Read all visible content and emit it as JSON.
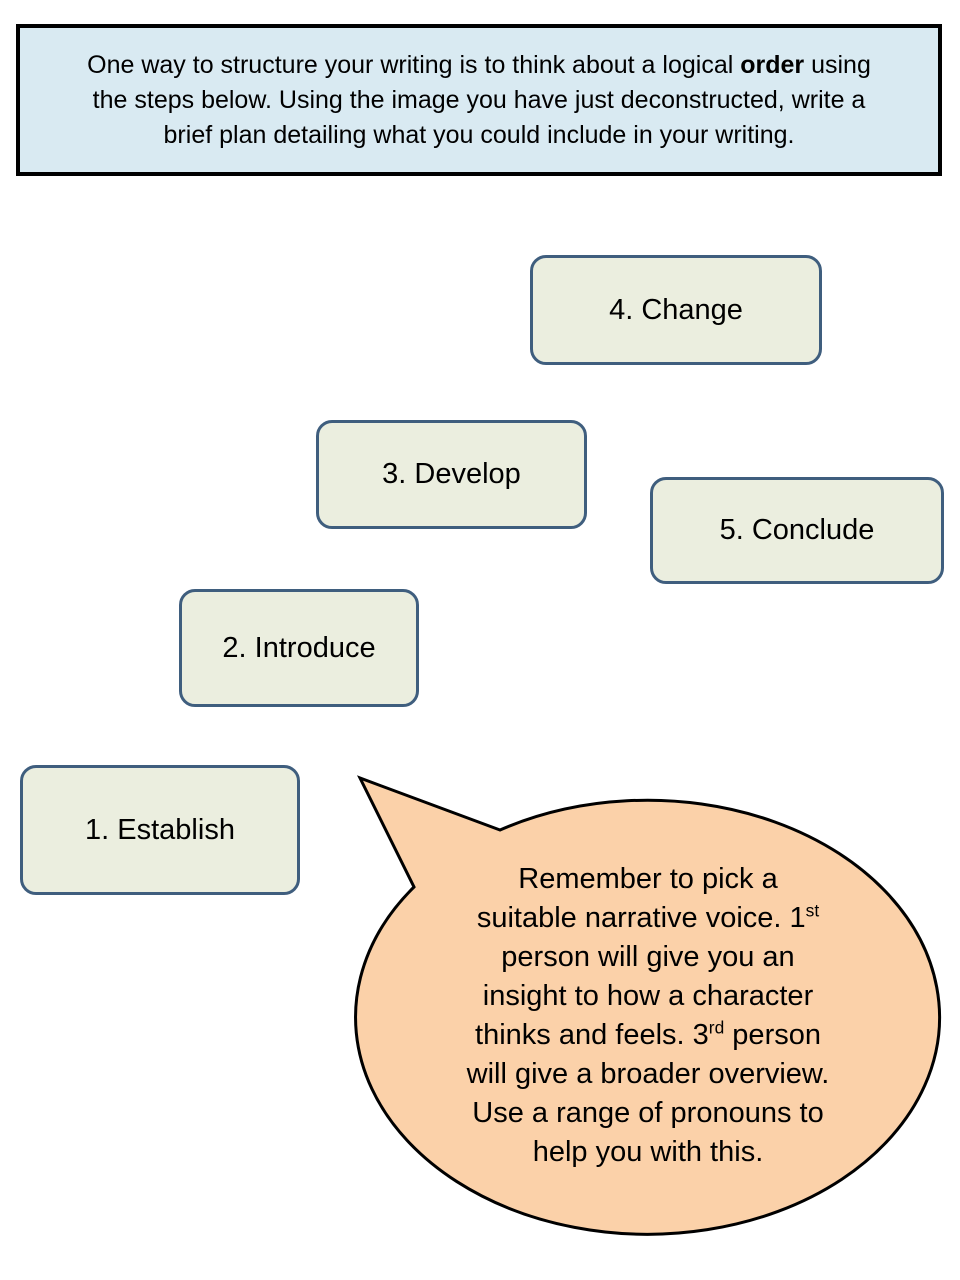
{
  "header": {
    "lines": [
      [
        {
          "t": "One way to structure your writing is to think about a logical "
        },
        {
          "t": "order",
          "b": true
        },
        {
          "t": " using"
        }
      ],
      [
        {
          "t": "the steps below. Using the image you have just deconstructed, write a"
        }
      ],
      [
        {
          "t": "brief plan detailing what you could include in your writing."
        }
      ]
    ]
  },
  "steps": [
    {
      "label": "1. Establish"
    },
    {
      "label": "2. Introduce"
    },
    {
      "label": "3. Develop"
    },
    {
      "label": "4. Change"
    },
    {
      "label": "5. Conclude"
    }
  ],
  "bubble": {
    "lines": [
      [
        {
          "t": "Remember to pick a"
        }
      ],
      [
        {
          "t": "suitable narrative voice. 1"
        },
        {
          "t": "st",
          "sup": true
        }
      ],
      [
        {
          "t": "person will give you an"
        }
      ],
      [
        {
          "t": "insight to how a character"
        }
      ],
      [
        {
          "t": "thinks and feels. 3"
        },
        {
          "t": "rd",
          "sup": true
        },
        {
          "t": " person"
        }
      ],
      [
        {
          "t": "will give a broader overview."
        }
      ],
      [
        {
          "t": "Use a range of pronouns to"
        }
      ],
      [
        {
          "t": "help you with this."
        }
      ]
    ]
  },
  "colors": {
    "header_bg": "#d9eaf2",
    "header_border": "#000000",
    "step_bg": "#ebeedf",
    "step_border": "#3f5e7e",
    "bubble_fill": "#fbd1a9",
    "bubble_stroke": "#000000",
    "text": "#000000"
  }
}
